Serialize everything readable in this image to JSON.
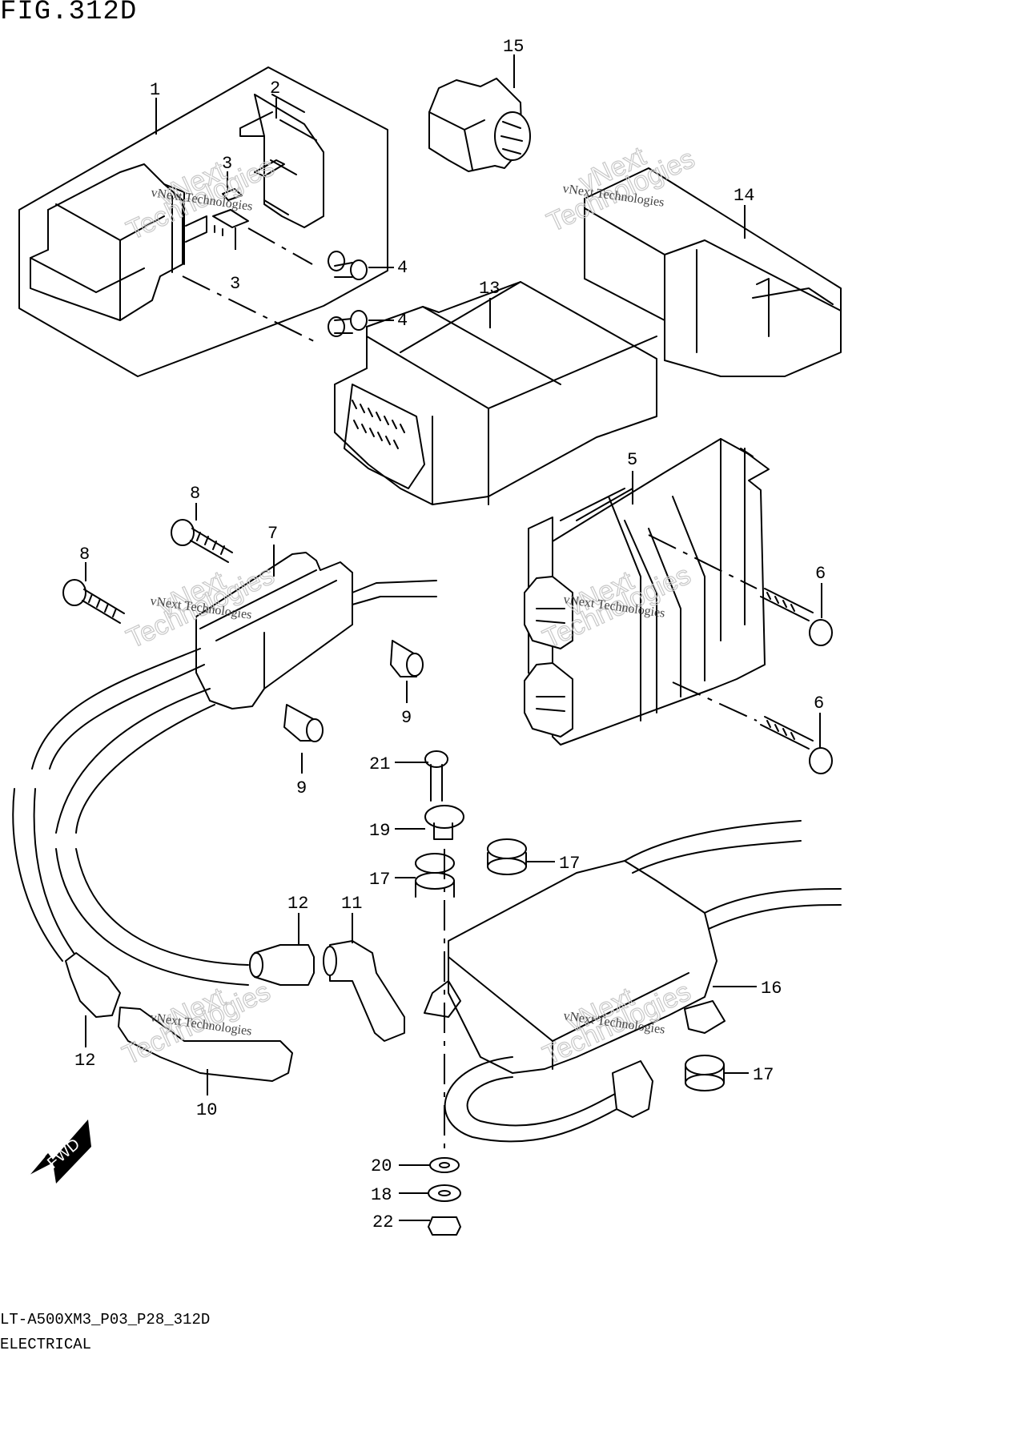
{
  "figure": {
    "title": "FIG.312D",
    "model_code": "LT-A500XM3_P03_P28_312D",
    "section_name": "ELECTRICAL",
    "direction_badge": "FWD"
  },
  "watermark": {
    "line_small": "vNext Technologies",
    "line_large_1": "vNext",
    "line_large_2": "Technologies"
  },
  "callouts": [
    {
      "id": "c1",
      "label": "1"
    },
    {
      "id": "c2",
      "label": "2"
    },
    {
      "id": "c3a",
      "label": "3"
    },
    {
      "id": "c3b",
      "label": "3"
    },
    {
      "id": "c4a",
      "label": "4"
    },
    {
      "id": "c4b",
      "label": "4"
    },
    {
      "id": "c5",
      "label": "5"
    },
    {
      "id": "c6a",
      "label": "6"
    },
    {
      "id": "c6b",
      "label": "6"
    },
    {
      "id": "c7",
      "label": "7"
    },
    {
      "id": "c8a",
      "label": "8"
    },
    {
      "id": "c8b",
      "label": "8"
    },
    {
      "id": "c9a",
      "label": "9"
    },
    {
      "id": "c9b",
      "label": "9"
    },
    {
      "id": "c10",
      "label": "10"
    },
    {
      "id": "c11",
      "label": "11"
    },
    {
      "id": "c12a",
      "label": "12"
    },
    {
      "id": "c12b",
      "label": "12"
    },
    {
      "id": "c13",
      "label": "13"
    },
    {
      "id": "c14",
      "label": "14"
    },
    {
      "id": "c15",
      "label": "15"
    },
    {
      "id": "c16",
      "label": "16"
    },
    {
      "id": "c17a",
      "label": "17"
    },
    {
      "id": "c17b",
      "label": "17"
    },
    {
      "id": "c17c",
      "label": "17"
    },
    {
      "id": "c18",
      "label": "18"
    },
    {
      "id": "c19",
      "label": "19"
    },
    {
      "id": "c20",
      "label": "20"
    },
    {
      "id": "c21",
      "label": "21"
    },
    {
      "id": "c22",
      "label": "22"
    }
  ],
  "colors": {
    "line": "#000000",
    "background": "#ffffff",
    "watermark_outline": "#c8c8c8"
  }
}
